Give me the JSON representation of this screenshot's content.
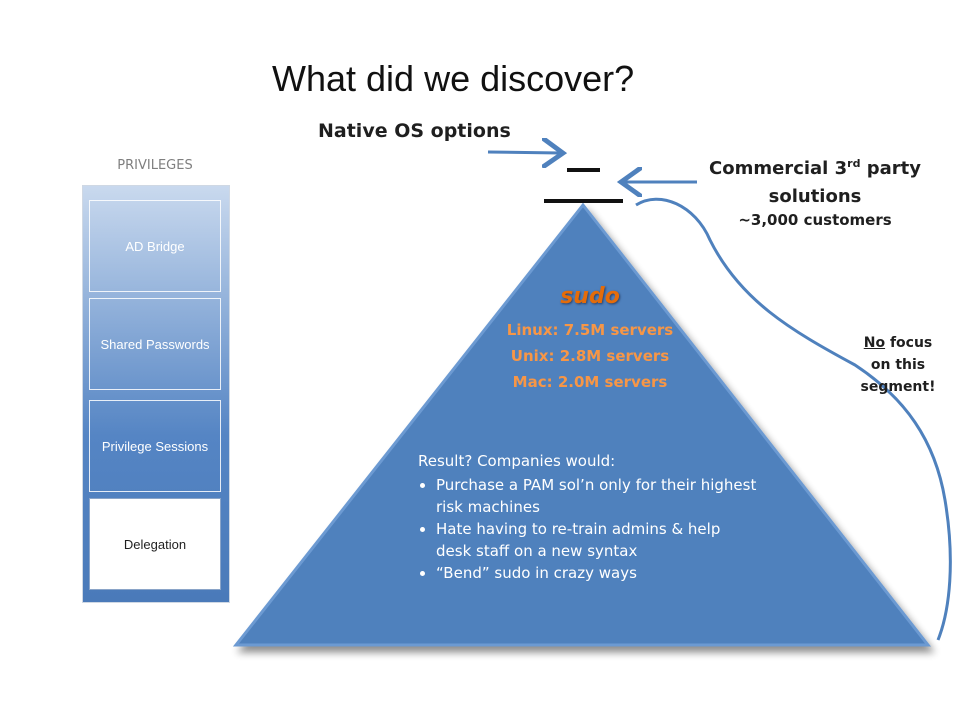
{
  "title": "What did we discover?",
  "native_label": "Native OS options",
  "commercial": {
    "line1_pre": "Commercial 3",
    "line1_sup": "rd",
    "line1_post": " party",
    "line2": "solutions",
    "customers": "~3,000 customers"
  },
  "no_focus": {
    "no": "No",
    "focus": " focus",
    "line2": "on this",
    "line3": "segment!"
  },
  "privileges": {
    "label": "PRIVILEGES",
    "items": [
      {
        "label": "AD Bridge"
      },
      {
        "label": "Shared Passwords"
      },
      {
        "label": "Privilege Sessions"
      },
      {
        "label": "Delegation"
      }
    ]
  },
  "pyramid": {
    "heading": "sudo",
    "counts": [
      "Linux: 7.5M servers",
      "Unix: 2.8M servers",
      "Mac: 2.0M servers"
    ],
    "result_intro": "Result? Companies would:",
    "bullets": [
      "Purchase a PAM sol’n only for their highest risk machines",
      "Hate having to re-train admins & help desk staff on a new syntax",
      "“Bend” sudo in crazy ways"
    ]
  },
  "colors": {
    "pyramid_fill": "#4f81bd",
    "arrow": "#4f81bd",
    "accent_orange": "#f79646"
  }
}
